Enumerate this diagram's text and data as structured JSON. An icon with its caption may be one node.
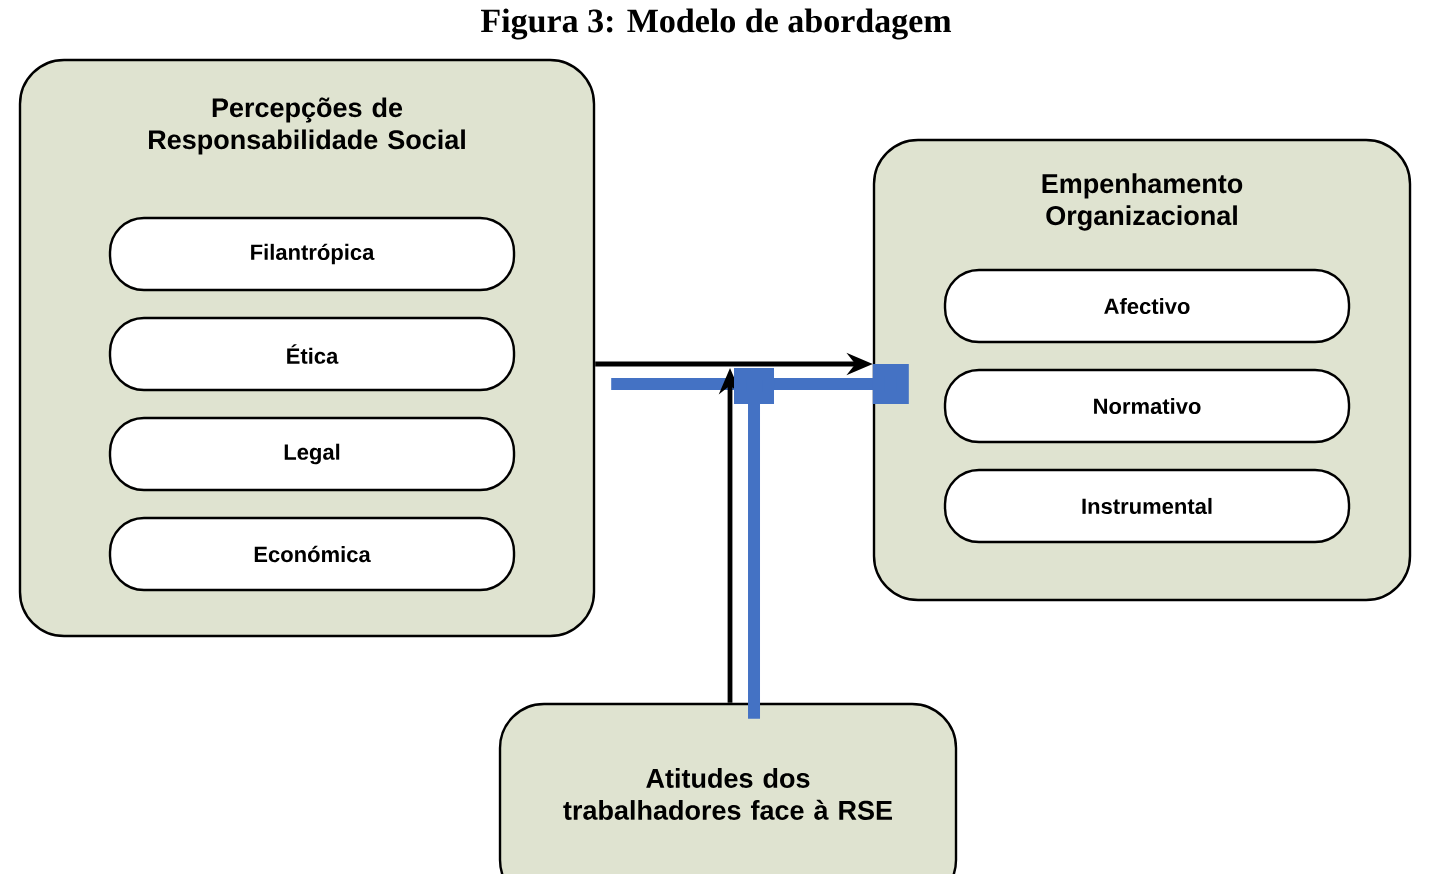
{
  "diagram": {
    "title": "Figura 3: Modelo de abordagem",
    "nodes": [
      {
        "text": [
          "Percepções de Responsabilidade Social"
        ]
      },
      {
        "text": [
          "Filantrópica"
        ],
        "in": 0
      },
      {
        "text": [
          "Ética"
        ],
        "in": 0
      },
      {
        "text": [
          "Legal"
        ],
        "in": 0
      },
      {
        "text": [
          "Económica"
        ],
        "in": 0
      },
      {
        "text": [
          "Empenhamento Organizacional"
        ]
      },
      {
        "text": [
          "Afectivo"
        ],
        "in": 5
      },
      {
        "text": [
          "Normativo"
        ],
        "in": 5
      },
      {
        "text": [
          "Instrumental"
        ],
        "in": 5
      },
      {
        "text": [
          "Atitudes dos trabalhadores face à RSE"
        ]
      }
    ],
    "edges": [
      {
        "from": 0,
        "to": 5,
        "arrow": "to"
      },
      {
        "from": 0,
        "to": 5,
        "arrow": "other",
        "style": "thick",
        "color": "#4472c4"
      },
      {
        "from": 9,
        "to": null,
        "arrow": "to"
      },
      {
        "from": 9,
        "to": null,
        "arrow": "other",
        "style": "thick",
        "color": "#4472c4"
      }
    ]
  }
}
